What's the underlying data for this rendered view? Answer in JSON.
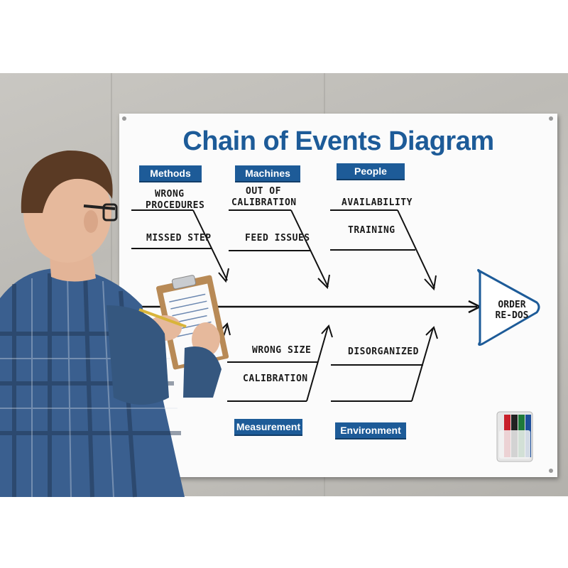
{
  "board": {
    "title": "Chain of Events Diagram",
    "categories": {
      "methods": "Methods",
      "machines": "Machines",
      "people": "People",
      "measurement": "Measurement",
      "environment": "Environment"
    },
    "causes": {
      "methods_1a": "WRONG",
      "methods_1b": "PROCEDURES",
      "methods_2": "MISSED STEP",
      "machines_1a": "OUT OF",
      "machines_1b": "CALIBRATION",
      "machines_2": "FEED ISSUES",
      "people_1": "AVAILABILITY",
      "people_2": "TRAINING",
      "measurement_1": "WRONG SIZE",
      "measurement_2": "CALIBRATION",
      "environment_1": "DISORGANIZED"
    },
    "effect_line1": "ORDER",
    "effect_line2": "RE-DOS"
  },
  "colors": {
    "brand_blue": "#1d5b98",
    "marker_red": "#c8202a",
    "marker_green": "#1f7a3a",
    "marker_blue": "#1d4f9b",
    "shirt_blue": "#3a5f8f"
  }
}
